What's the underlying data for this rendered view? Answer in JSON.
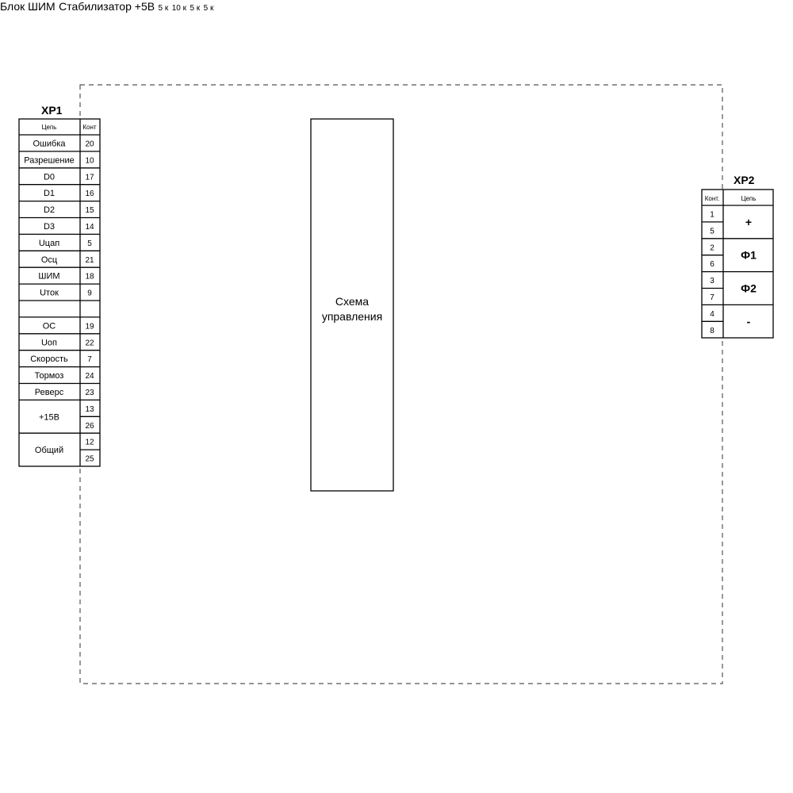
{
  "connector_xp1": {
    "title": "XP1",
    "header_circuit": "Цепь",
    "header_contact": "Конт",
    "rows": [
      {
        "circuit": "Ошибка",
        "contact": "20"
      },
      {
        "circuit": "Разрешение",
        "contact": "10"
      },
      {
        "circuit": "D0",
        "contact": "17"
      },
      {
        "circuit": "D1",
        "contact": "16"
      },
      {
        "circuit": "D2",
        "contact": "15"
      },
      {
        "circuit": "D3",
        "contact": "14"
      },
      {
        "circuit": "Uцап",
        "contact": "5"
      },
      {
        "circuit": "Осц",
        "contact": "21"
      },
      {
        "circuit": "ШИМ",
        "contact": "18"
      },
      {
        "circuit": "Uток",
        "contact": "9"
      },
      {
        "circuit": "",
        "contact": ""
      },
      {
        "circuit": "ОС",
        "contact": "19"
      },
      {
        "circuit": "Uоп",
        "contact": "22"
      },
      {
        "circuit": "Скорость",
        "contact": "7"
      },
      {
        "circuit": "Тормоз",
        "contact": "24"
      },
      {
        "circuit": "Реверс",
        "contact": "23"
      },
      {
        "circuit": "+15В",
        "contact": "13"
      },
      {
        "circuit": "",
        "contact": "26"
      },
      {
        "circuit": "Общий",
        "contact": "12"
      },
      {
        "circuit": "",
        "contact": "25"
      }
    ]
  },
  "connector_xp2": {
    "title": "XP2",
    "header_contact": "Конт.",
    "header_circuit": "Цепь",
    "contacts": [
      "1",
      "5",
      "2",
      "6",
      "3",
      "7",
      "4",
      "8"
    ],
    "circuits": [
      "+",
      "Ф1",
      "Ф2",
      "-"
    ]
  },
  "blocks": {
    "control": "Схема управления",
    "pwm": "Блок ШИМ",
    "stabilizer": "Стабилизатор +5В"
  },
  "resistor_labels": {
    "r_enable": "5 к",
    "r_current": "10 к",
    "r_brake": "5 к",
    "r_reverse": "5 к"
  }
}
